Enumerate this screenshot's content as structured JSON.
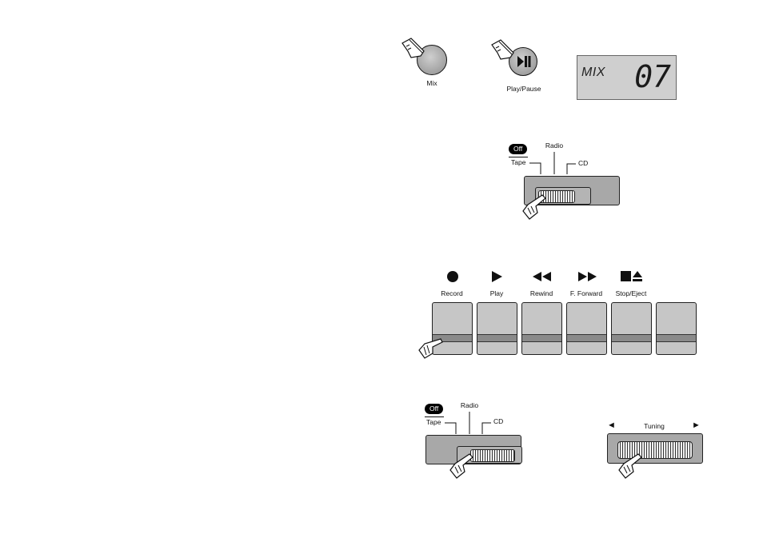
{
  "buttons_row": {
    "mix_label": "Mix",
    "play_pause_label": "Play/Pause"
  },
  "display": {
    "mode_text": "MIX",
    "track_number": "07"
  },
  "selector_top": {
    "off_label": "Off",
    "tape_label": "Tape",
    "radio_label": "Radio",
    "cd_label": "CD",
    "position": "Tape"
  },
  "tape_deck": {
    "keys": [
      {
        "label": "Record",
        "icon": "record-icon"
      },
      {
        "label": "Play",
        "icon": "play-icon"
      },
      {
        "label": "Rewind",
        "icon": "rewind-icon"
      },
      {
        "label": "F. Forward",
        "icon": "fast-forward-icon"
      },
      {
        "label": "Stop/Eject",
        "icon": "stop-eject-icon"
      },
      {
        "label": "",
        "icon": ""
      }
    ]
  },
  "selector_bottom": {
    "off_label": "Off",
    "tape_label": "Tape",
    "radio_label": "Radio",
    "cd_label": "CD",
    "position": "CD"
  },
  "tuning": {
    "label": "Tuning",
    "left_arrow": "◄",
    "right_arrow": "►"
  }
}
